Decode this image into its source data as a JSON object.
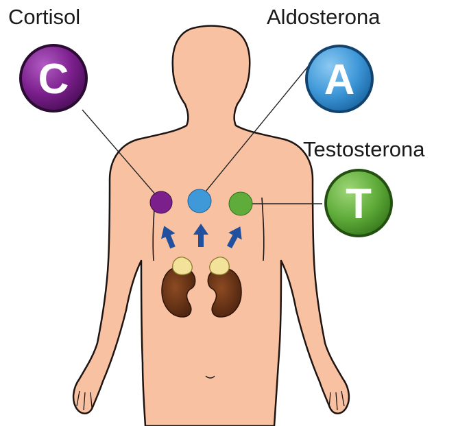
{
  "hormones": {
    "cortisol": {
      "name": "Cortisol",
      "letter": "C",
      "color": "#7b1f8c",
      "dot_color": "#7b1f8c"
    },
    "aldosterona": {
      "name": "Aldosterona",
      "letter": "A",
      "color": "#3f98d8",
      "dot_color": "#3f98d8"
    },
    "testosterona": {
      "name": "Testosterona",
      "letter": "T",
      "color": "#5fac3a",
      "dot_color": "#5fac3a"
    }
  },
  "colors": {
    "skin": "#f8c2a2",
    "skin_outline": "#1e1412",
    "kidney": "#6b3418",
    "adrenal_gland": "#f3e39a",
    "arrow": "#21519e",
    "leader_line": "#222222"
  },
  "icons": {
    "body": "human-body-silhouette",
    "kidneys": "kidney-icon",
    "adrenals": "adrenal-gland-icon",
    "arrows": "up-arrow-icon"
  }
}
